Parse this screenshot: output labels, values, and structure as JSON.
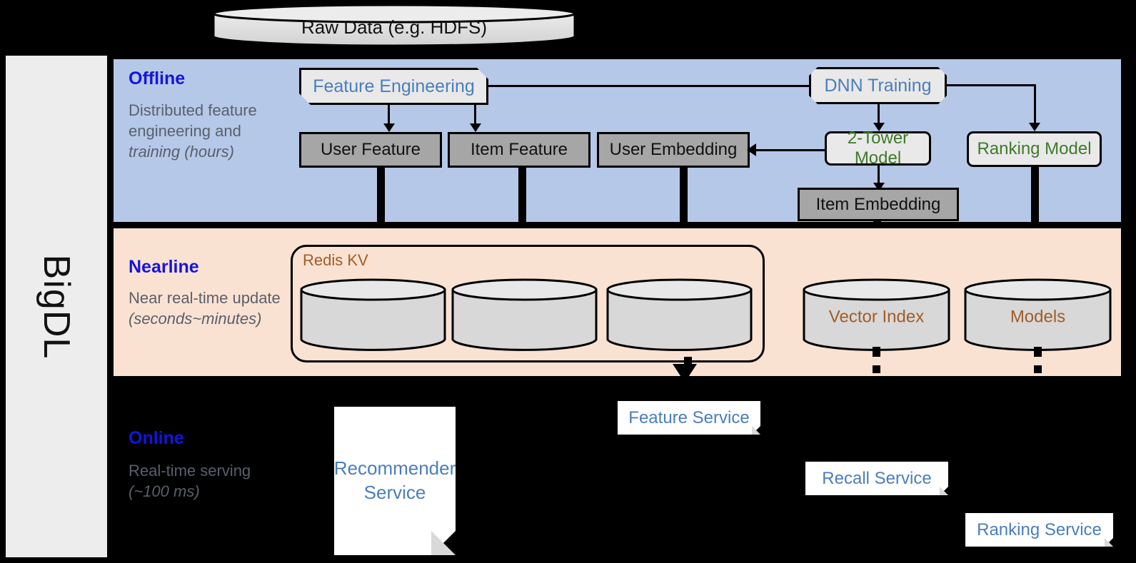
{
  "brand": {
    "label": "BigDL"
  },
  "top": {
    "raw_data": "Raw Data (e.g. HDFS)"
  },
  "sections": [
    {
      "id": "offline",
      "title": "Offline",
      "subtitle": "Distributed feature engineering and",
      "subtitle_italic": "training (hours)"
    },
    {
      "id": "nearline",
      "title": "Nearline",
      "subtitle": "Near real-time update",
      "subtitle_italic": "(seconds~minutes)"
    },
    {
      "id": "online",
      "title": "Online",
      "subtitle": "Real-time serving",
      "subtitle_italic": "(~100 ms)"
    }
  ],
  "offline": {
    "feature_engineering": "Feature Engineering",
    "dnn_training": "DNN Training",
    "user_feature": "User Feature",
    "item_feature": "Item Feature",
    "user_embedding": "User Embedding",
    "two_tower_model": "2-Tower Model",
    "ranking_model": "Ranking Model",
    "item_embedding": "Item Embedding"
  },
  "nearline": {
    "redis_kv": "Redis KV",
    "store_1": "",
    "store_2": "",
    "store_3": "",
    "vector_index": "Vector Index",
    "models": "Models"
  },
  "online": {
    "recommender_service": "Recommender Service",
    "feature_service": "Feature Service",
    "recall_service": "Recall Service",
    "ranking_service": "Ranking Service"
  },
  "colors": {
    "offline_bg": "#b6c8e8",
    "nearline_bg": "#fae2d2",
    "online_bg": "#000000",
    "section_title": "#1414e0",
    "section_sub": "#5a5f6b",
    "blue_text": "#4a7ebb",
    "green_text": "#3f7a29",
    "brown_text": "#a15c27",
    "grey_box": "#a6a6a6",
    "proc_box": "#e9e9e9"
  }
}
